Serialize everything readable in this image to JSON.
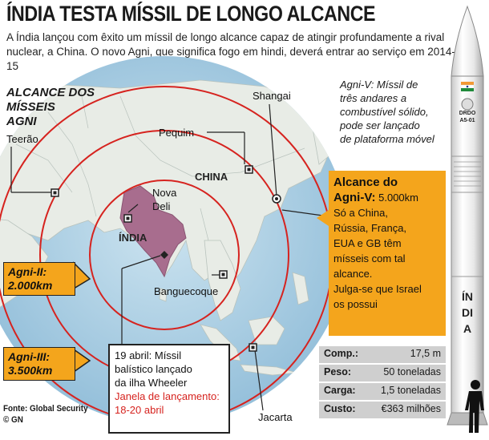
{
  "title": "ÍNDIA TESTA MÍSSIL DE LONGO ALCANCE",
  "intro": "A Índia lançou com êxito um míssil de longo alcance capaz de atingir profundamente a rival nuclear, a China. O novo Agni, que significa fogo em hindi, deverá entrar ao serviço em 2014-15",
  "agni_heading": [
    "ALCANCE DOS",
    "MÍSSEIS",
    "AGNI"
  ],
  "cities": {
    "teerao": "Teerão",
    "pequim": "Pequim",
    "shangai": "Shangai",
    "nova_deli_1": "Nova",
    "nova_deli_2": "Deli",
    "banguecoque": "Banguecoque",
    "jacarta": "Jacarta"
  },
  "countries": {
    "china": "CHINA",
    "india": "ÍNDIA"
  },
  "agni5_caption": [
    "Agni-V: Míssil de",
    "três andares a",
    "combustível sólido,",
    "pode ser lançado",
    "de plataforma móvel"
  ],
  "agni5_box": {
    "heading_1": "Alcance do",
    "heading_2": "Agni-V:",
    "range": "5.000km",
    "text_lines": [
      "Só a China,",
      "Rússia, França,",
      "EUA e GB têm",
      "mísseis com tal",
      "alcance.",
      "Julga-se que Israel",
      "os possui"
    ]
  },
  "range_tags": {
    "agni2_name": "Agni-II:",
    "agni2_range": "2.000km",
    "agni3_name": "Agni-III:",
    "agni3_range": "3.500km"
  },
  "callout": {
    "lines": [
      "19 abril: Míssil",
      "balístico lançado",
      "da ilha Wheeler"
    ],
    "red_lines": [
      "Janela de lançamento:",
      "18-20 abril"
    ]
  },
  "source": [
    "Fonte: Global Security",
    "© GN"
  ],
  "specs": [
    {
      "key": "Comp.:",
      "value": "17,5 m"
    },
    {
      "key": "Peso:",
      "value": "50 toneladas"
    },
    {
      "key": "Carga:",
      "value": "1,5 toneladas"
    },
    {
      "key": "Custo:",
      "value": "€363 milhões"
    }
  ],
  "rocket": {
    "label_1": "DRDO",
    "label_2": "A5-01",
    "vertical_text": "ÍNDIA"
  },
  "colors": {
    "ocean": "#a9cde3",
    "land": "#e8ece6",
    "india": "#a86d8e",
    "ring": "#d6231f",
    "orange": "#f4a51c"
  }
}
